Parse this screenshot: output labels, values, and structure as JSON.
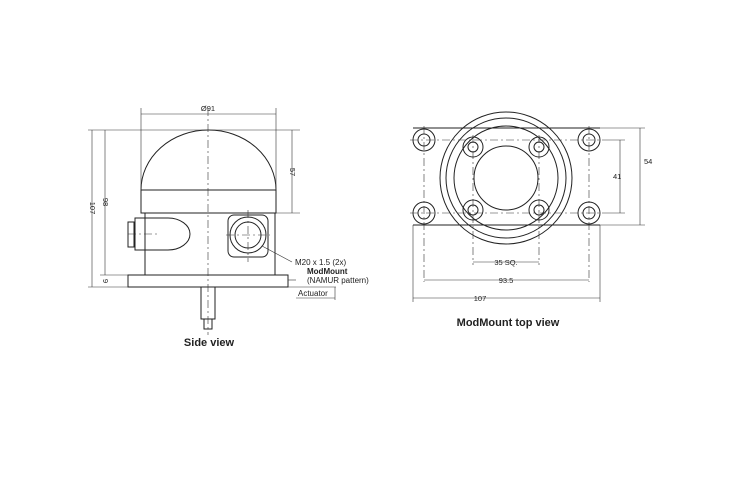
{
  "side_view": {
    "title": "Side view",
    "dim_diameter": "Ø91",
    "dim_dome_height": "57",
    "dim_body_height": "98",
    "dim_total_height": "107",
    "dim_plate": "9",
    "conduit_label": "M20 x 1.5 (2x)",
    "mount_label": "ModMount",
    "mount_sublabel": "(NAMUR pattern)",
    "actuator_label": "Actuator"
  },
  "top_view": {
    "title": "ModMount top view",
    "dim_outer_vertical": "54",
    "dim_inner_vertical": "41",
    "dim_square": "35 SQ.",
    "dim_hole_span": "93.5",
    "dim_overall_width": "107"
  }
}
